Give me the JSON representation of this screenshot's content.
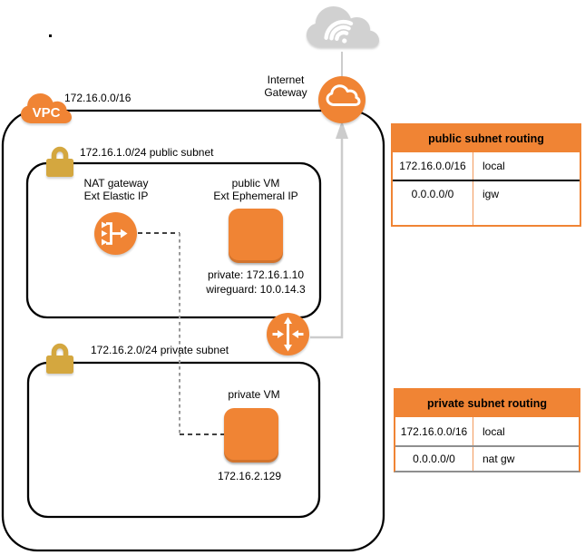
{
  "colors": {
    "orange": "#F08434",
    "gold": "#D4A73F",
    "cloud_gray": "#D1D1D1",
    "connector_gray": "#CCCCCC"
  },
  "diagram": {
    "internet_gateway": {
      "label_line1": "Internet",
      "label_line2": "Gateway"
    },
    "vpc": {
      "label": "VPC",
      "cidr": "172.16.0.0/16"
    },
    "public_subnet": {
      "label": "172.16.1.0/24 public subnet"
    },
    "private_subnet": {
      "label": "172.16.2.0/24 private subnet"
    },
    "nat_gateway": {
      "label_line1": "NAT gateway",
      "label_line2": "Ext Elastic IP"
    },
    "public_vm": {
      "label_line1": "public VM",
      "label_line2": "Ext Ephemeral IP",
      "detail_line1": "private: 172.16.1.10",
      "detail_line2": "wireguard: 10.0.14.3"
    },
    "private_vm": {
      "label": "private VM",
      "detail": "172.16.2.129"
    }
  },
  "tables": {
    "public": {
      "title": "public subnet routing",
      "rows": [
        [
          "172.16.0.0/16",
          "local"
        ],
        [
          "0.0.0.0/0",
          "igw"
        ]
      ]
    },
    "private": {
      "title": "private subnet routing",
      "rows": [
        [
          "172.16.0.0/16",
          "local"
        ],
        [
          "0.0.0.0/0",
          "nat gw"
        ]
      ]
    }
  }
}
